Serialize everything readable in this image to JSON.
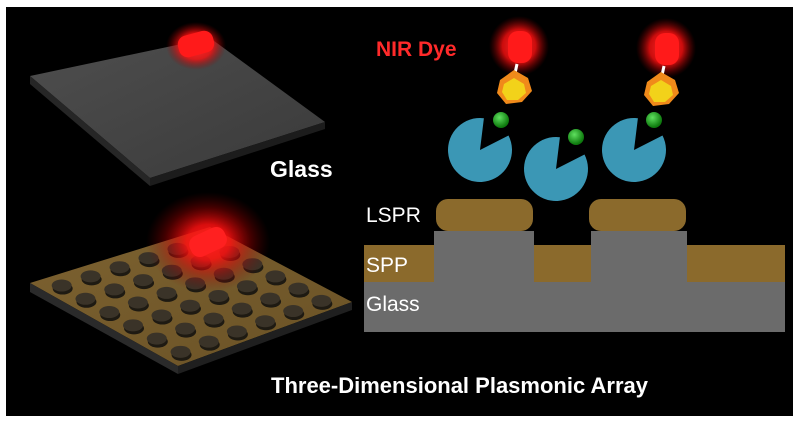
{
  "labels": {
    "dye": "NIR Dye",
    "glass_top": "Glass",
    "lspr": "LSPR",
    "spp": "SPP",
    "glass_layer": "Glass",
    "array": "Three-Dimensional Plasmonic Array"
  },
  "colors": {
    "background": "#000000",
    "frame": "#ffffff",
    "gold": "#8b6a2c",
    "glass": "#6b6b6b",
    "dye_red": "#ff1a1a",
    "protein": "#3b97b5",
    "linker_yellow": "#f2d21a",
    "linker_orange": "#f08a1a",
    "binding_site": "#1a9c1a",
    "label_red": "#ff2a2a",
    "label_white": "#ffffff"
  },
  "icons": [
    "nir-dye-glow",
    "protein-receptor",
    "gold-nanodisc",
    "glass-slide"
  ]
}
